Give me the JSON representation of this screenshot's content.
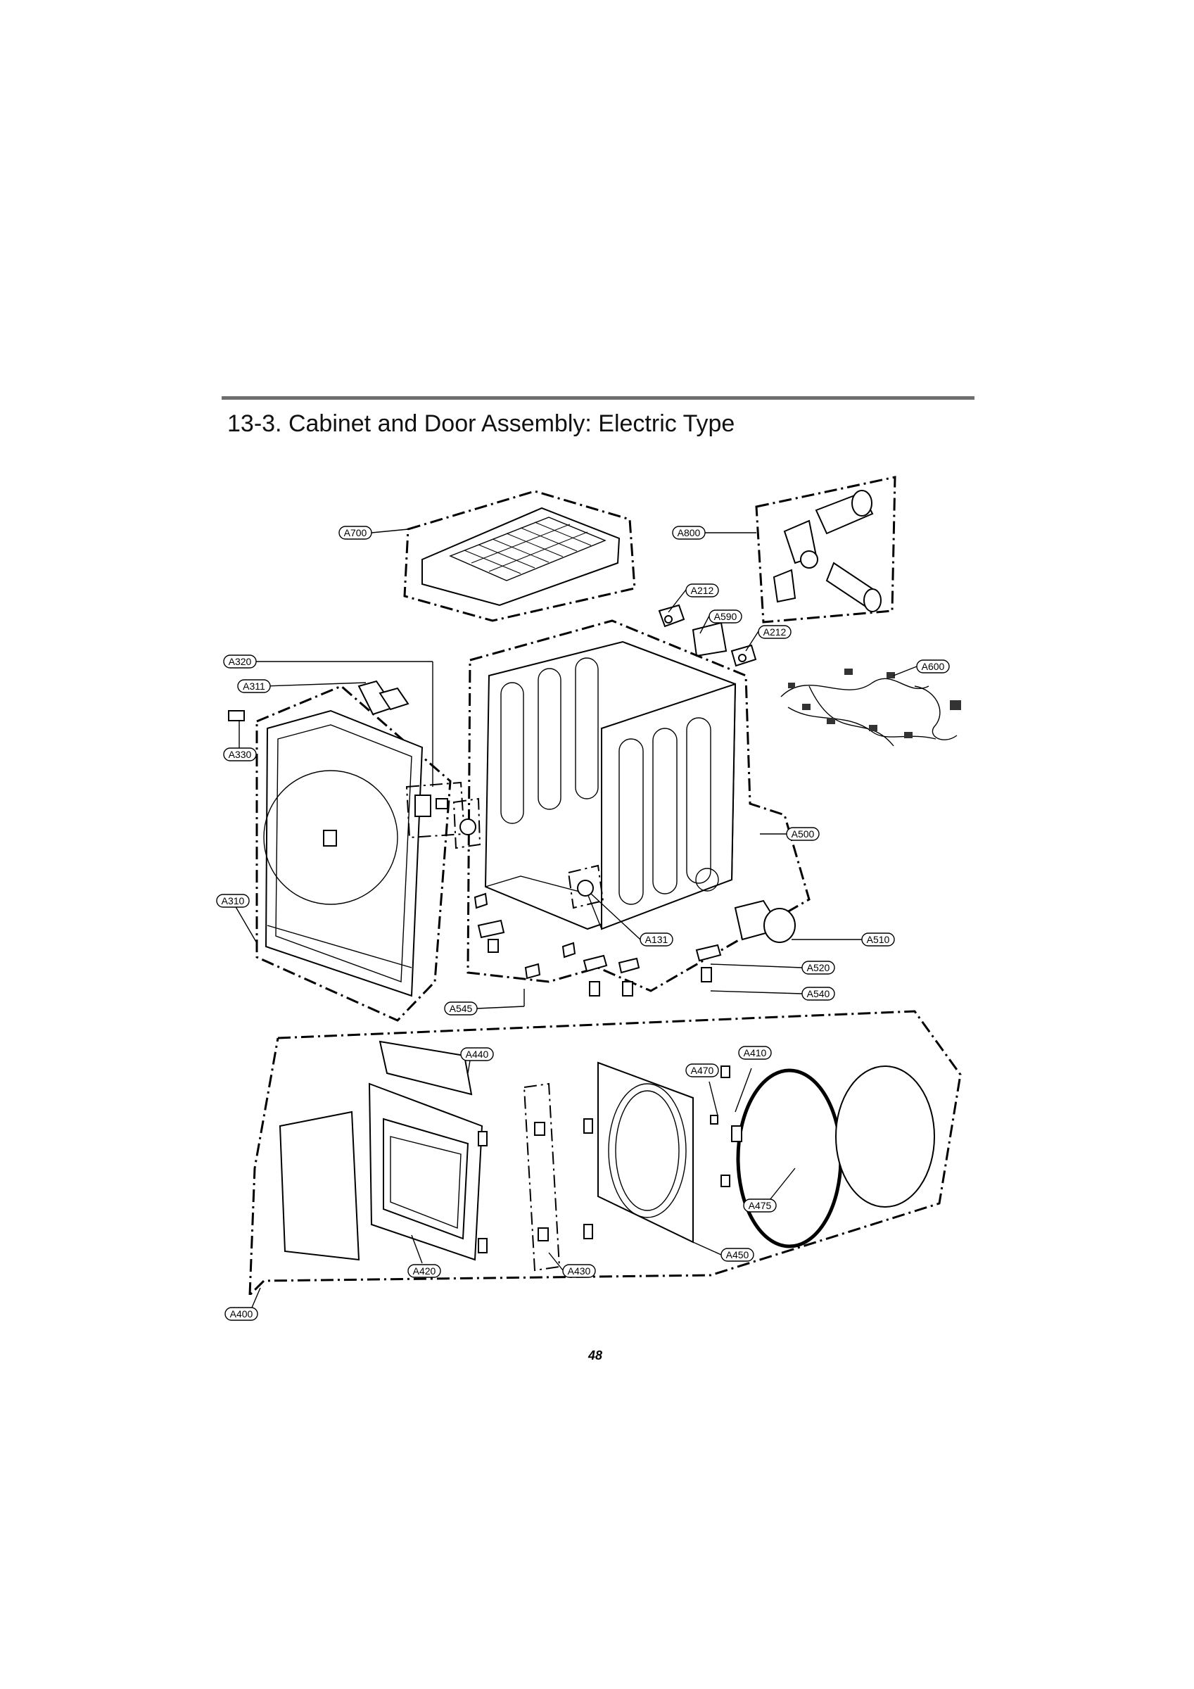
{
  "section_title": "13-3. Cabinet and Door Assembly: Electric Type",
  "page_number": "48",
  "part_labels": {
    "a700": "A700",
    "a800": "A800",
    "a212_top": "A212",
    "a590": "A590",
    "a212_bottom": "A212",
    "a320": "A320",
    "a311": "A311",
    "a330": "A330",
    "a600": "A600",
    "a500": "A500",
    "a310": "A310",
    "a131": "A131",
    "a510": "A510",
    "a520": "A520",
    "a540": "A540",
    "a545": "A545",
    "a440": "A440",
    "a410": "A410",
    "a470": "A470",
    "a475": "A475",
    "a450": "A450",
    "a430": "A430",
    "a420": "A420",
    "a400": "A400"
  }
}
